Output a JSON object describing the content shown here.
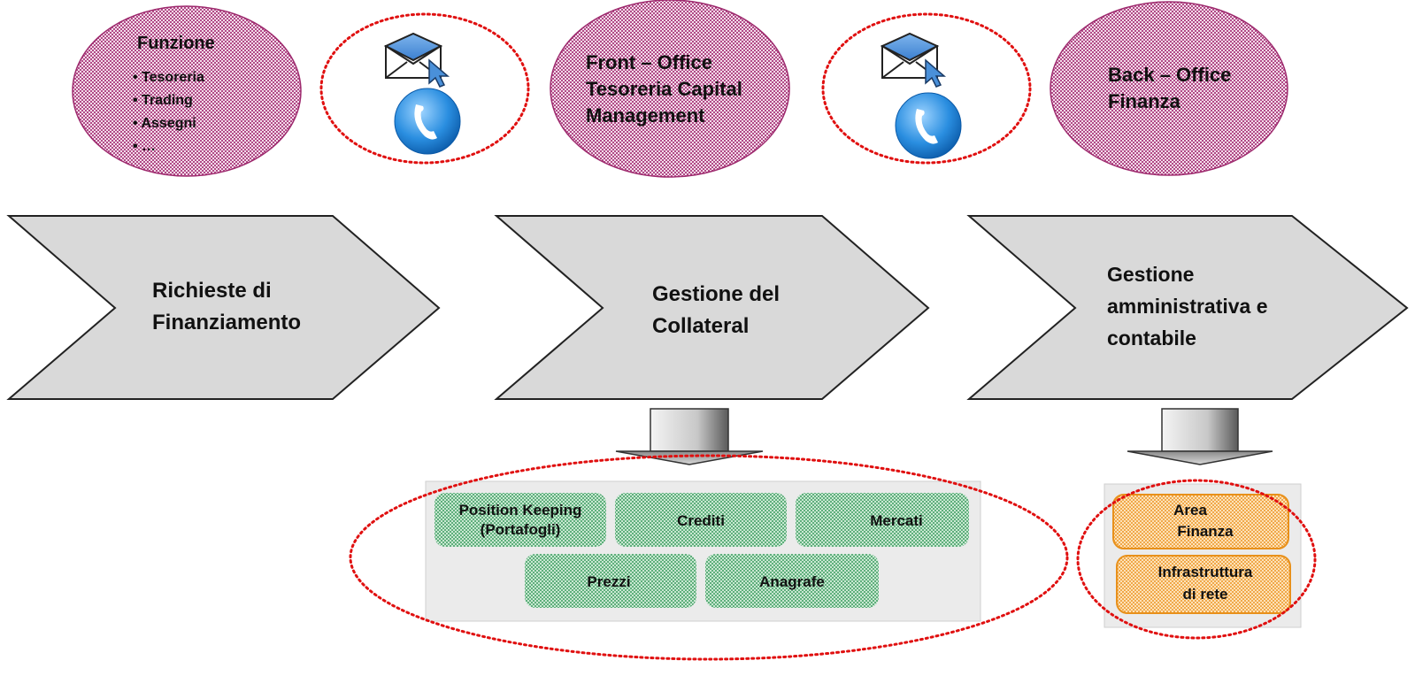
{
  "top_row": {
    "funzione": {
      "title": "Funzione",
      "items": [
        "• Tesoreria",
        "• Trading",
        "• Assegni",
        "• …"
      ]
    },
    "front_office": {
      "lines": [
        "Front – Office",
        "Tesoreria Capital",
        "Management"
      ]
    },
    "back_office": {
      "lines": [
        "Back – Office",
        "Finanza"
      ]
    }
  },
  "process": {
    "steps": [
      {
        "lines": [
          "Richieste di",
          "Finanziamento"
        ]
      },
      {
        "lines": [
          "Gestione del",
          "Collateral"
        ]
      },
      {
        "lines": [
          "Gestione",
          "amministrativa e",
          "contabile"
        ]
      }
    ]
  },
  "collateral_modules": {
    "row1": [
      {
        "lines": [
          "Position Keeping",
          "(Portafogli)"
        ]
      },
      {
        "lines": [
          "Crediti"
        ]
      },
      {
        "lines": [
          "Mercati"
        ]
      }
    ],
    "row2": [
      {
        "lines": [
          "Prezzi"
        ]
      },
      {
        "lines": [
          "Anagrafe"
        ]
      }
    ]
  },
  "admin_modules": [
    {
      "lines": [
        "Area",
        "Finanza"
      ]
    },
    {
      "lines": [
        "Infrastruttura",
        "di rete"
      ]
    }
  ],
  "colors": {
    "ellipse_fill": "#e6bcd8",
    "ellipse_border": "#9e2a6e",
    "dotted_red": "#e01010",
    "chevron_fill": "#d9d9d9",
    "module_green": "#a6d6b4",
    "module_orange": "#f8c98a",
    "module_orange_border": "#e8901a",
    "envelope_blue": "#4a90d9",
    "phone_blue": "#2a8ee0"
  },
  "icons": [
    "envelope-icon",
    "cursor-icon",
    "phone-icon"
  ]
}
